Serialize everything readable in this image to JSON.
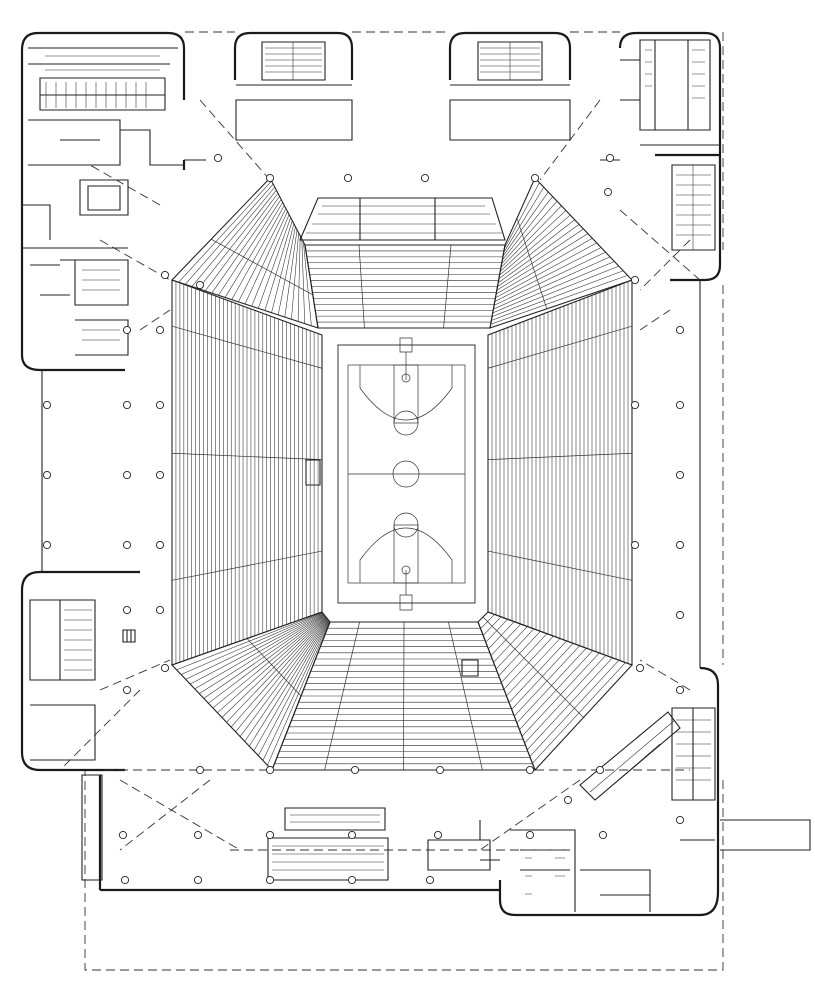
{
  "drawing": {
    "type": "arena-floor-plan",
    "line_color": "#1a1a1a",
    "background": "#ffffff"
  },
  "seating": {
    "sections": [
      "north",
      "south",
      "east",
      "west",
      "northeast",
      "northwest",
      "southeast",
      "southwest"
    ]
  },
  "court": {
    "type": "basketball"
  }
}
